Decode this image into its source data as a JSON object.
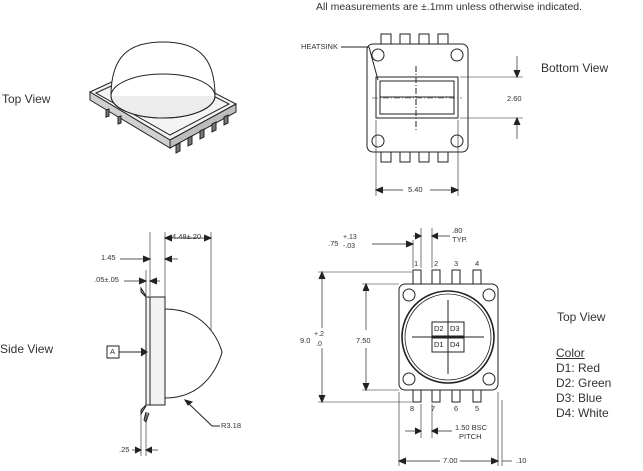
{
  "note": "All measurements are ±.1mm unless otherwise indicated.",
  "views": {
    "top_view_left": "Top View",
    "bottom_view": "Bottom View",
    "side_view": "Side View",
    "top_view_right": "Top View"
  },
  "bottom": {
    "heatsink": "HEATSINK",
    "dim_height": "2.60",
    "dim_width": "5.40"
  },
  "side": {
    "dim_len": "4.48±.20",
    "dim_145": "1.45",
    "dim_05": ".05±.05",
    "datum": "A",
    "dim_25": ".25",
    "radius": "R3.18"
  },
  "top": {
    "dim_80": ".80",
    "typ": "TYP.",
    "dim_75": ".75",
    "tol_plus_13": "+.13",
    "tol_minus_03": "-.03",
    "dim_90": "9.0",
    "tol_plus_2": "+.2",
    "tol_zero": ".0",
    "dim_750": "7.50",
    "pitch": "1.50 BSC",
    "pitch_word": "PITCH",
    "dim_700": "7.00",
    "dim_10": ".10",
    "pins_top": [
      "1",
      "2",
      "3",
      "4"
    ],
    "pins_bottom": [
      "8",
      "7",
      "6",
      "5"
    ],
    "dies": [
      "D2",
      "D3",
      "D1",
      "D4"
    ]
  },
  "legend": {
    "title": "Color",
    "items": [
      "D1: Red",
      "D2: Green",
      "D3: Blue",
      "D4: White"
    ]
  }
}
